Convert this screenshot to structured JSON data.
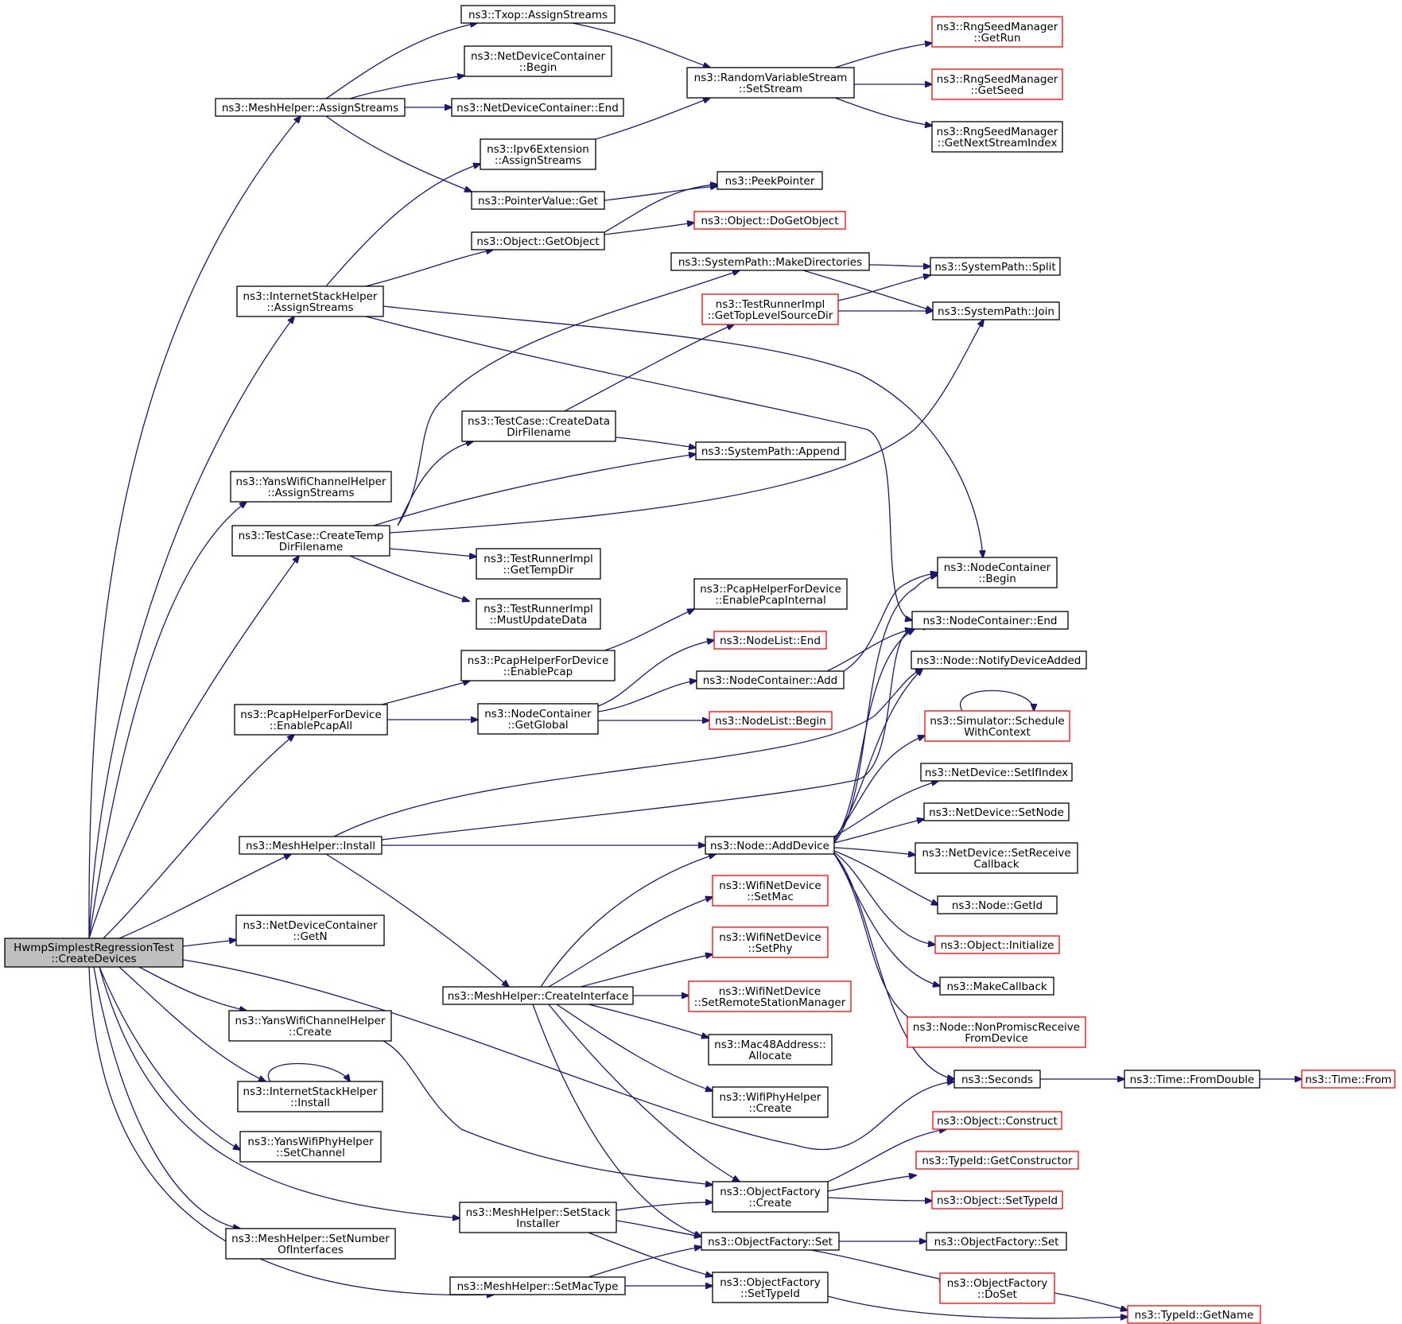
{
  "diagram": {
    "title": "",
    "colors": {
      "edge": "#191970",
      "root_fill": "#bfbfbf",
      "node_border": "#000000",
      "undocumented_border": "#ff0000"
    },
    "nodes": [
      {
        "id": "root",
        "lines": [
          "HwmpSimplestRegressionTest",
          "::CreateDevices"
        ],
        "style": "root"
      },
      {
        "id": "mesh_assign",
        "lines": [
          "ns3::MeshHelper::AssignStreams"
        ],
        "style": "normal"
      },
      {
        "id": "inet_assign",
        "lines": [
          "ns3::InternetStackHelper",
          "::AssignStreams"
        ],
        "style": "normal"
      },
      {
        "id": "yans_ch_assign",
        "lines": [
          "ns3::YansWifiChannelHelper",
          "::AssignStreams"
        ],
        "style": "normal"
      },
      {
        "id": "tc_temp",
        "lines": [
          "ns3::TestCase::CreateTemp",
          "DirFilename"
        ],
        "style": "normal"
      },
      {
        "id": "pcap_all",
        "lines": [
          "ns3::PcapHelperForDevice",
          "::EnablePcapAll"
        ],
        "style": "normal"
      },
      {
        "id": "mesh_install",
        "lines": [
          "ns3::MeshHelper::Install"
        ],
        "style": "normal"
      },
      {
        "id": "ndc_getn",
        "lines": [
          "ns3::NetDeviceContainer",
          "::GetN"
        ],
        "style": "normal"
      },
      {
        "id": "yans_ch_create",
        "lines": [
          "ns3::YansWifiChannelHelper",
          "::Create"
        ],
        "style": "normal"
      },
      {
        "id": "inet_install",
        "lines": [
          "ns3::InternetStackHelper",
          "::Install"
        ],
        "style": "normal"
      },
      {
        "id": "yans_phy_setch",
        "lines": [
          "ns3::YansWifiPhyHelper",
          "::SetChannel"
        ],
        "style": "normal"
      },
      {
        "id": "mesh_setnum",
        "lines": [
          "ns3::MeshHelper::SetNumber",
          "OfInterfaces"
        ],
        "style": "normal"
      },
      {
        "id": "txop_assign",
        "lines": [
          "ns3::Txop::AssignStreams"
        ],
        "style": "normal"
      },
      {
        "id": "ndc_begin",
        "lines": [
          "ns3::NetDeviceContainer",
          "::Begin"
        ],
        "style": "normal"
      },
      {
        "id": "ndc_end",
        "lines": [
          "ns3::NetDeviceContainer::End"
        ],
        "style": "normal"
      },
      {
        "id": "ipv6_assign",
        "lines": [
          "ns3::Ipv6Extension",
          "::AssignStreams"
        ],
        "style": "normal"
      },
      {
        "id": "ptr_get",
        "lines": [
          "ns3::PointerValue::Get"
        ],
        "style": "normal"
      },
      {
        "id": "obj_getobj",
        "lines": [
          "ns3::Object::GetObject"
        ],
        "style": "normal"
      },
      {
        "id": "tc_data",
        "lines": [
          "ns3::TestCase::CreateData",
          "DirFilename"
        ],
        "style": "normal"
      },
      {
        "id": "tri_gettemp",
        "lines": [
          "ns3::TestRunnerImpl",
          "::GetTempDir"
        ],
        "style": "normal"
      },
      {
        "id": "tri_must",
        "lines": [
          "ns3::TestRunnerImpl",
          "::MustUpdateData"
        ],
        "style": "normal"
      },
      {
        "id": "pcap_enable",
        "lines": [
          "ns3::PcapHelperForDevice",
          "::EnablePcap"
        ],
        "style": "normal"
      },
      {
        "id": "nc_global",
        "lines": [
          "ns3::NodeContainer",
          "::GetGlobal"
        ],
        "style": "normal"
      },
      {
        "id": "mesh_create_if",
        "lines": [
          "ns3::MeshHelper::CreateInterface"
        ],
        "style": "normal"
      },
      {
        "id": "mesh_setstack",
        "lines": [
          "ns3::MeshHelper::SetStack",
          "Installer"
        ],
        "style": "normal"
      },
      {
        "id": "mesh_setmac",
        "lines": [
          "ns3::MeshHelper::SetMacType"
        ],
        "style": "normal"
      },
      {
        "id": "rvs_setstream",
        "lines": [
          "ns3::RandomVariableStream",
          "::SetStream"
        ],
        "style": "normal"
      },
      {
        "id": "peek",
        "lines": [
          "ns3::PeekPointer"
        ],
        "style": "normal"
      },
      {
        "id": "obj_dogetobj",
        "lines": [
          "ns3::Object::DoGetObject"
        ],
        "style": "red"
      },
      {
        "id": "sp_mkdirs",
        "lines": [
          "ns3::SystemPath::MakeDirectories"
        ],
        "style": "normal"
      },
      {
        "id": "tri_toplevel",
        "lines": [
          "ns3::TestRunnerImpl",
          "::GetTopLevelSourceDir"
        ],
        "style": "red"
      },
      {
        "id": "sp_append",
        "lines": [
          "ns3::SystemPath::Append"
        ],
        "style": "normal"
      },
      {
        "id": "pcap_internal",
        "lines": [
          "ns3::PcapHelperForDevice",
          "::EnablePcapInternal"
        ],
        "style": "normal"
      },
      {
        "id": "nl_end",
        "lines": [
          "ns3::NodeList::End"
        ],
        "style": "red"
      },
      {
        "id": "nc_add",
        "lines": [
          "ns3::NodeContainer::Add"
        ],
        "style": "normal"
      },
      {
        "id": "nl_begin",
        "lines": [
          "ns3::NodeList::Begin"
        ],
        "style": "red"
      },
      {
        "id": "node_adddev",
        "lines": [
          "ns3::Node::AddDevice"
        ],
        "style": "normal"
      },
      {
        "id": "wnd_setmac",
        "lines": [
          "ns3::WifiNetDevice",
          "::SetMac"
        ],
        "style": "red"
      },
      {
        "id": "wnd_setphy",
        "lines": [
          "ns3::WifiNetDevice",
          "::SetPhy"
        ],
        "style": "red"
      },
      {
        "id": "wnd_setrsm",
        "lines": [
          "ns3::WifiNetDevice",
          "::SetRemoteStationManager"
        ],
        "style": "red"
      },
      {
        "id": "mac48_alloc",
        "lines": [
          "ns3::Mac48Address::",
          "Allocate"
        ],
        "style": "normal"
      },
      {
        "id": "wphy_create",
        "lines": [
          "ns3::WifiPhyHelper",
          "::Create"
        ],
        "style": "normal"
      },
      {
        "id": "of_create",
        "lines": [
          "ns3::ObjectFactory",
          "::Create"
        ],
        "style": "normal"
      },
      {
        "id": "of_set",
        "lines": [
          "ns3::ObjectFactory::Set"
        ],
        "style": "normal"
      },
      {
        "id": "of_settypeid",
        "lines": [
          "ns3::ObjectFactory",
          "::SetTypeId"
        ],
        "style": "normal"
      },
      {
        "id": "rng_getrun",
        "lines": [
          "ns3::RngSeedManager",
          "::GetRun"
        ],
        "style": "red"
      },
      {
        "id": "rng_getseed",
        "lines": [
          "ns3::RngSeedManager",
          "::GetSeed"
        ],
        "style": "red"
      },
      {
        "id": "rng_next",
        "lines": [
          "ns3::RngSeedManager",
          "::GetNextStreamIndex"
        ],
        "style": "normal"
      },
      {
        "id": "sp_split",
        "lines": [
          "ns3::SystemPath::Split"
        ],
        "style": "normal"
      },
      {
        "id": "sp_join",
        "lines": [
          "ns3::SystemPath::Join"
        ],
        "style": "normal"
      },
      {
        "id": "nc_begin",
        "lines": [
          "ns3::NodeContainer",
          "::Begin"
        ],
        "style": "normal"
      },
      {
        "id": "nc_end",
        "lines": [
          "ns3::NodeContainer::End"
        ],
        "style": "normal"
      },
      {
        "id": "node_notify",
        "lines": [
          "ns3::Node::NotifyDeviceAdded"
        ],
        "style": "normal"
      },
      {
        "id": "sim_schedule",
        "lines": [
          "ns3::Simulator::Schedule",
          "WithContext"
        ],
        "style": "red"
      },
      {
        "id": "nd_setifindex",
        "lines": [
          "ns3::NetDevice::SetIfIndex"
        ],
        "style": "normal"
      },
      {
        "id": "nd_setnode",
        "lines": [
          "ns3::NetDevice::SetNode"
        ],
        "style": "normal"
      },
      {
        "id": "nd_setrecv",
        "lines": [
          "ns3::NetDevice::SetReceive",
          "Callback"
        ],
        "style": "normal"
      },
      {
        "id": "node_getid",
        "lines": [
          "ns3::Node::GetId"
        ],
        "style": "normal"
      },
      {
        "id": "obj_init",
        "lines": [
          "ns3::Object::Initialize"
        ],
        "style": "red"
      },
      {
        "id": "make_cb",
        "lines": [
          "ns3::MakeCallback"
        ],
        "style": "normal"
      },
      {
        "id": "node_nonprom",
        "lines": [
          "ns3::Node::NonPromiscReceive",
          "FromDevice"
        ],
        "style": "red"
      },
      {
        "id": "seconds",
        "lines": [
          "ns3::Seconds"
        ],
        "style": "normal"
      },
      {
        "id": "time_fromdouble",
        "lines": [
          "ns3::Time::FromDouble"
        ],
        "style": "normal"
      },
      {
        "id": "time_from",
        "lines": [
          "ns3::Time::From"
        ],
        "style": "red"
      },
      {
        "id": "obj_construct",
        "lines": [
          "ns3::Object::Construct"
        ],
        "style": "red"
      },
      {
        "id": "tid_getctor",
        "lines": [
          "ns3::TypeId::GetConstructor"
        ],
        "style": "red"
      },
      {
        "id": "obj_settypeid",
        "lines": [
          "ns3::Object::SetTypeId"
        ],
        "style": "red"
      },
      {
        "id": "of_set2",
        "lines": [
          "ns3::ObjectFactory::Set"
        ],
        "style": "normal"
      },
      {
        "id": "of_doset",
        "lines": [
          "ns3::ObjectFactory",
          "::DoSet"
        ],
        "style": "red"
      },
      {
        "id": "tid_getname",
        "lines": [
          "ns3::TypeId::GetName"
        ],
        "style": "red"
      }
    ]
  }
}
